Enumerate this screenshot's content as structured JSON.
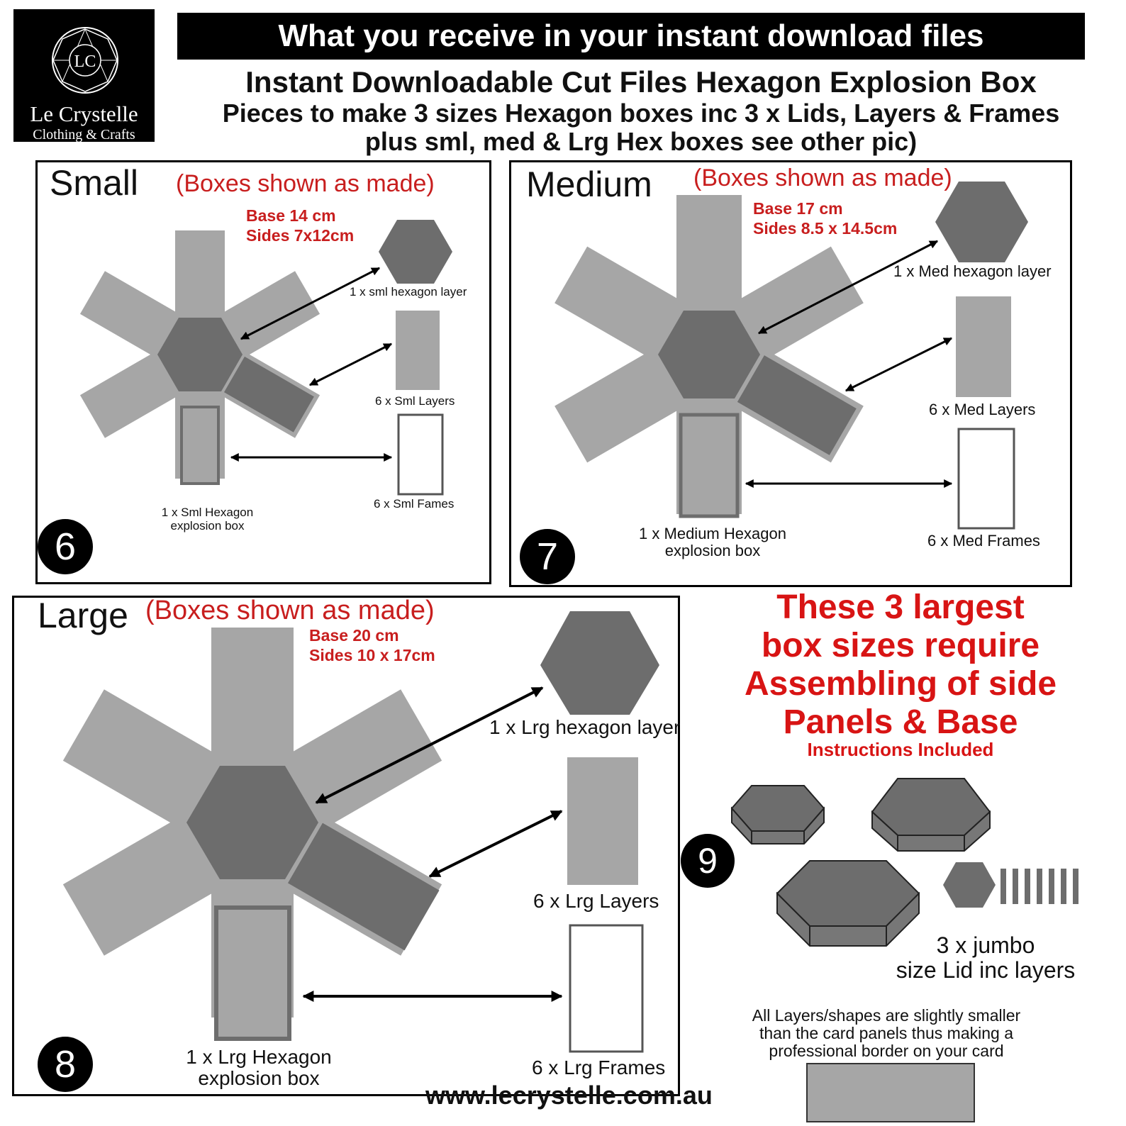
{
  "logo": {
    "monogram": "LC",
    "brand": "Le Crystelle",
    "tagline": "Clothing & Crafts"
  },
  "header": {
    "banner": "What you receive in your instant download files",
    "line1": "Instant Downloadable Cut Files Hexagon Explosion Box",
    "line2": "Pieces to make 3 sizes Hexagon boxes inc 3 x Lids, Layers & Frames",
    "line3": "plus sml, med & Lrg Hex boxes see other pic)"
  },
  "small": {
    "title": "Small",
    "note": "(Boxes shown as made)",
    "base": "Base 14 cm",
    "sides": "Sides 7x12cm",
    "hex_layer": "1 x sml hexagon layer",
    "layers": "6 x Sml Layers",
    "frames": "6 x Sml Fames",
    "box_l1": "1 x Sml Hexagon",
    "box_l2": "explosion box",
    "number": "6"
  },
  "medium": {
    "title": "Medium",
    "note": "(Boxes shown as made)",
    "base": "Base 17 cm",
    "sides": "Sides 8.5 x 14.5cm",
    "hex_layer": "1 x Med hexagon layer",
    "layers": "6 x Med Layers",
    "frames": "6 x Med Frames",
    "box_l1": "1 x Medium Hexagon",
    "box_l2": "explosion box",
    "number": "7"
  },
  "large": {
    "title": "Large",
    "note": "(Boxes shown as made)",
    "base": "Base 20 cm",
    "sides": "Sides 10 x 17cm",
    "hex_layer": "1 x Lrg hexagon layer",
    "layers": "6 x Lrg Layers",
    "frames": "6 x Lrg Frames",
    "box_l1": "1 x Lrg Hexagon",
    "box_l2": "explosion box",
    "number": "8"
  },
  "jumbo": {
    "heading1": "These 3 largest",
    "heading2": "box sizes require",
    "heading3": "Assembling of side",
    "heading4": "Panels & Base",
    "instructions": "Instructions Included",
    "number": "9",
    "lid_l1": "3 x jumbo",
    "lid_l2": "size Lid inc layers",
    "footnote1": "All Layers/shapes are slightly smaller",
    "footnote2": "than the card panels thus making a",
    "footnote3": "professional border on your card"
  },
  "website": "www.lecrystelle.com.au",
  "colors": {
    "light_grey": "#a6a6a6",
    "dark_grey": "#6d6d6d",
    "red": "#d81414",
    "black": "#000000"
  }
}
